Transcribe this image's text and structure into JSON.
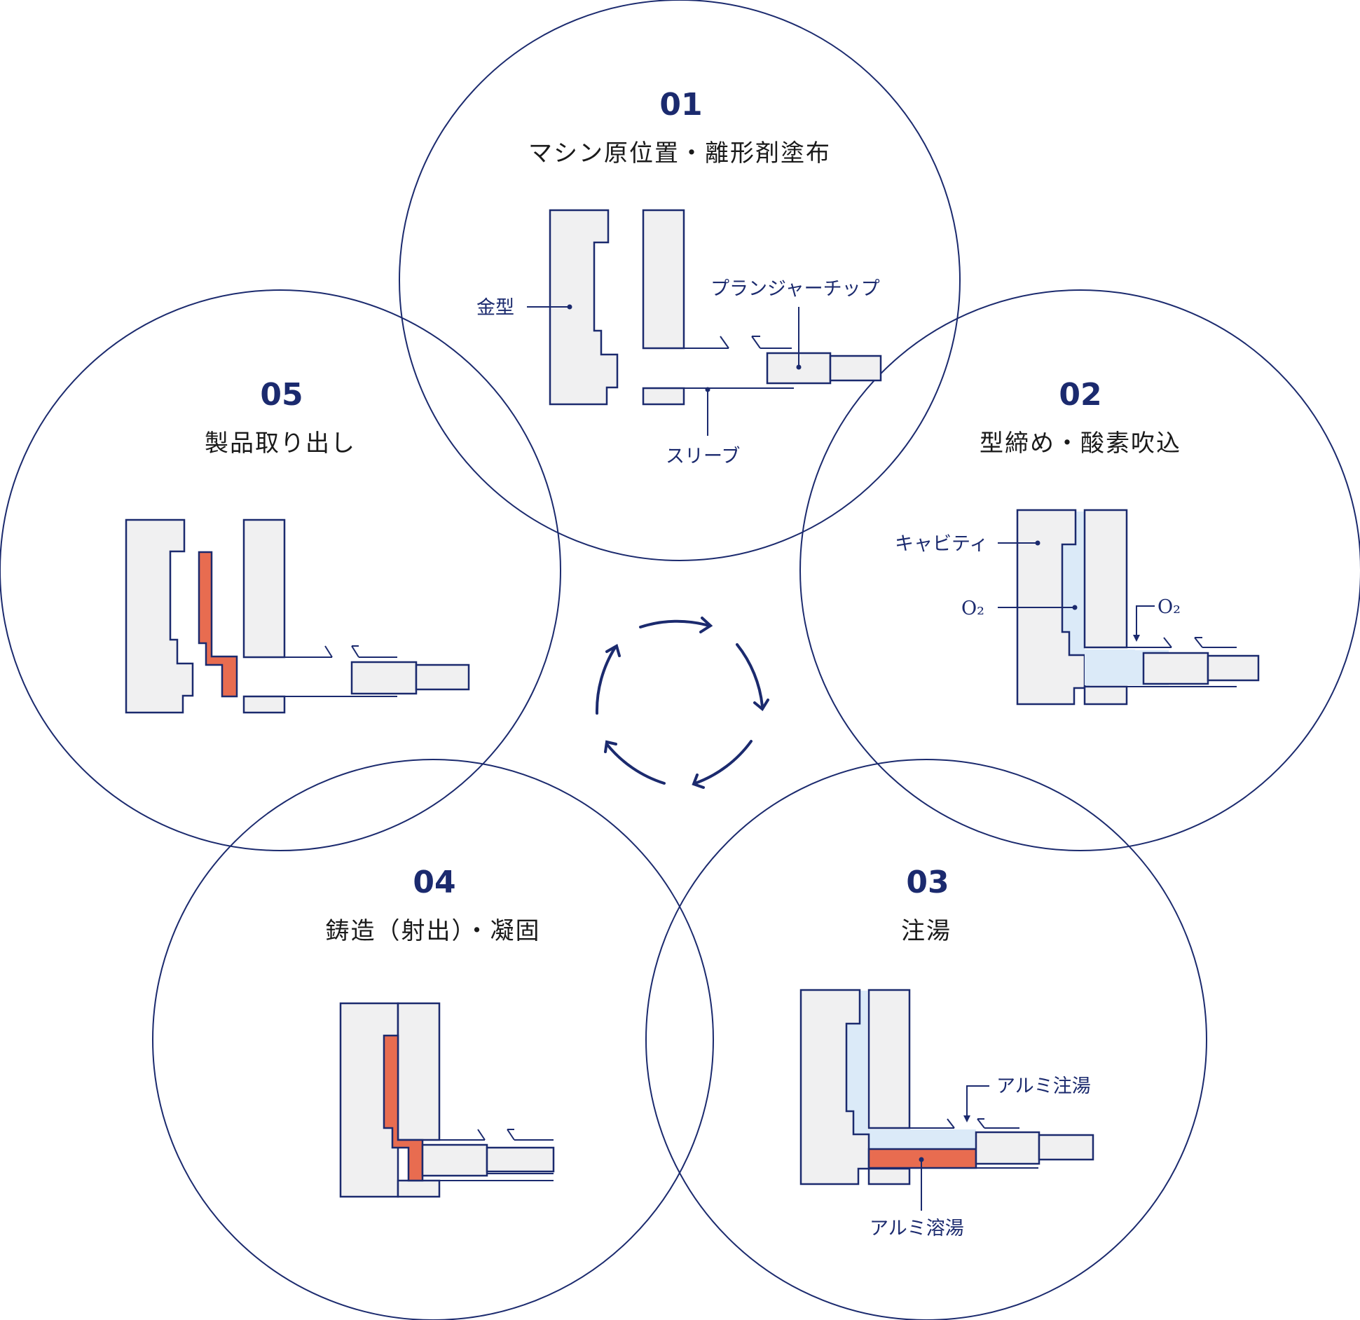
{
  "colors": {
    "navy": "#1b2a6e",
    "part_fill": "#f0f0f1",
    "air": "#dbeaf8",
    "molten": "#e86c50"
  },
  "steps": [
    {
      "number": "01",
      "title": "マシン原位置・離形剤塗布",
      "labels": {
        "mold": "金型",
        "plunger_tip": "プランジャーチップ",
        "sleeve": "スリーブ"
      }
    },
    {
      "number": "02",
      "title": "型締め・酸素吹込",
      "labels": {
        "cavity": "キャビティ",
        "o2_left": "O₂",
        "o2_right": "O₂"
      }
    },
    {
      "number": "03",
      "title": "注湯",
      "labels": {
        "pour": "アルミ注湯",
        "molten": "アルミ溶湯"
      }
    },
    {
      "number": "04",
      "title": "鋳造（射出）・凝固"
    },
    {
      "number": "05",
      "title": "製品取り出し"
    }
  ],
  "cycle_icon": "circular-cycle-arrows-icon"
}
